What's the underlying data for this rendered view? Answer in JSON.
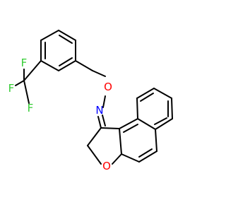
{
  "diagram": {
    "colors": {
      "background": "#ffffff",
      "bond": "#000000",
      "fluorine": "#33cc33",
      "oxygen": "#ff0000",
      "nitrogen": "#0000ff"
    },
    "atoms": {
      "f_top": {
        "label": "F",
        "element": "fluorine"
      },
      "f_left": {
        "label": "F",
        "element": "fluorine"
      },
      "f_bottom": {
        "label": "F",
        "element": "fluorine"
      },
      "o_oxime": {
        "label": "O",
        "element": "oxygen"
      },
      "n_oxime": {
        "label": "N",
        "element": "nitrogen"
      },
      "o_ring": {
        "label": "O",
        "element": "oxygen"
      }
    }
  }
}
